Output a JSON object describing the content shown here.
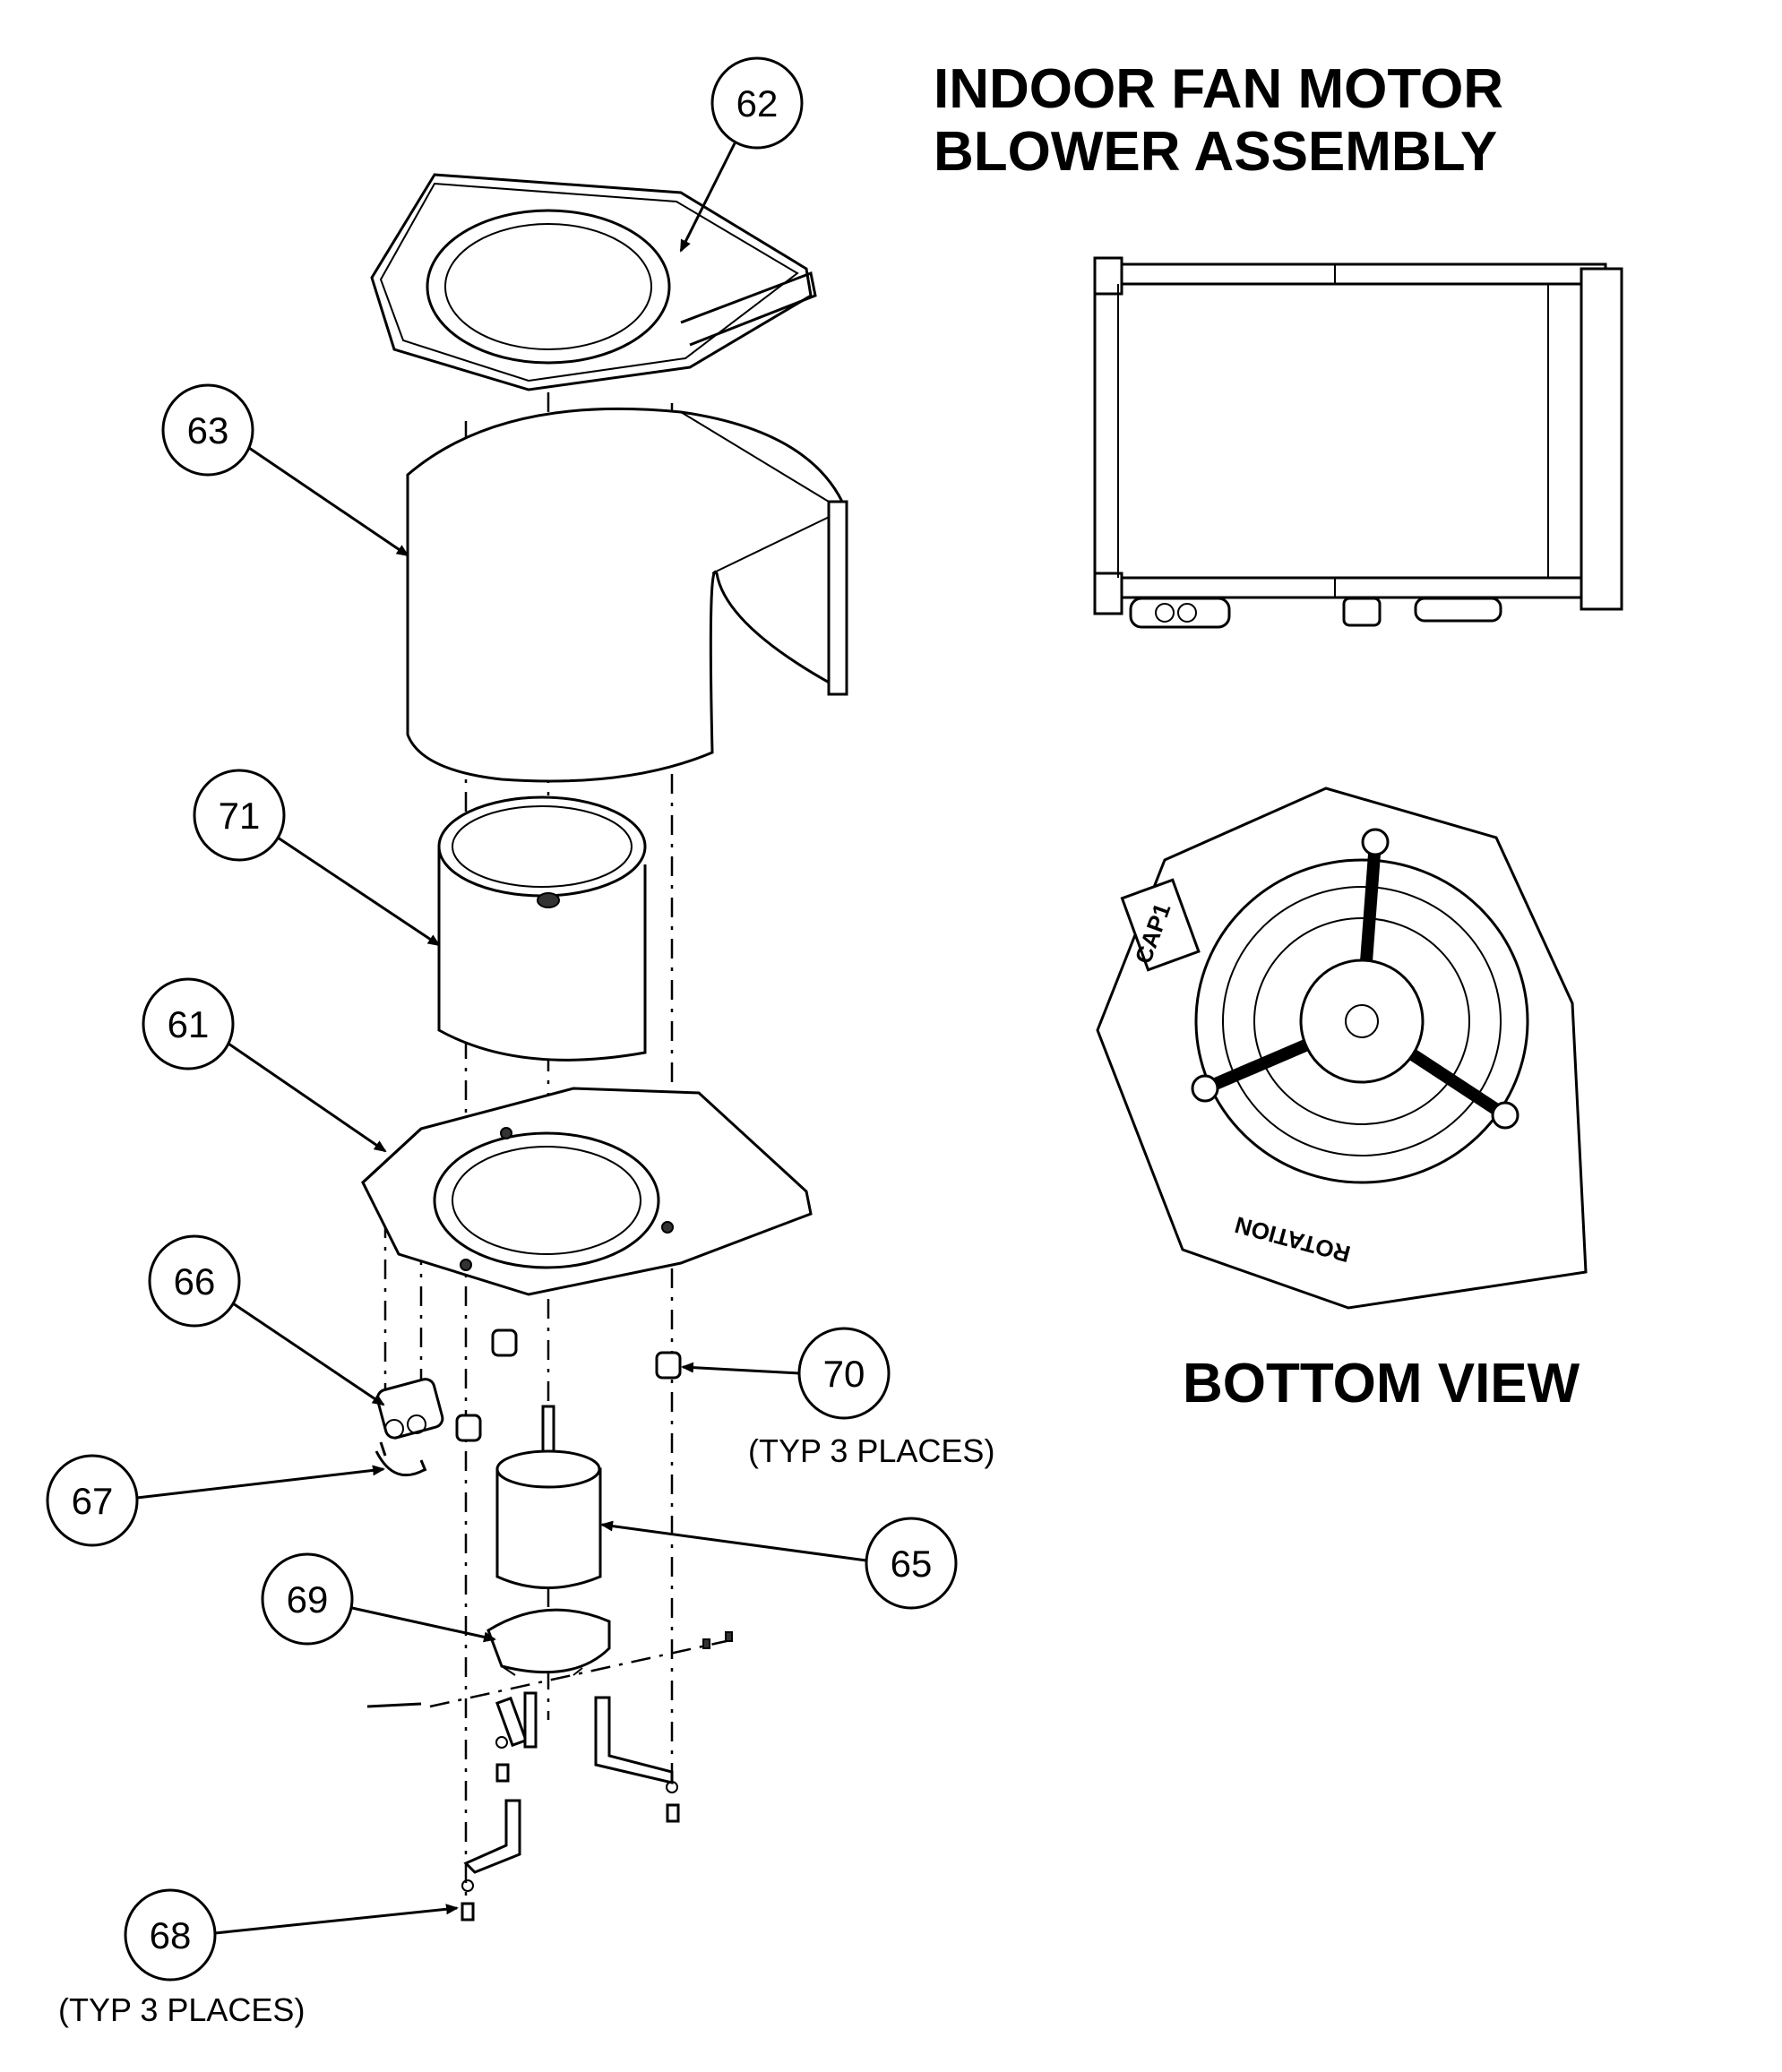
{
  "title": {
    "line1": "INDOOR FAN MOTOR",
    "line2": "BLOWER ASSEMBLY"
  },
  "bottom_view_label": "BOTTOM VIEW",
  "capacitor_label": "CAP1",
  "rotation_label": "ROTATION",
  "callouts": [
    {
      "id": "62",
      "label": "62"
    },
    {
      "id": "63",
      "label": "63"
    },
    {
      "id": "71",
      "label": "71"
    },
    {
      "id": "61",
      "label": "61"
    },
    {
      "id": "66",
      "label": "66"
    },
    {
      "id": "70",
      "label": "70"
    },
    {
      "id": "67",
      "label": "67"
    },
    {
      "id": "65",
      "label": "65"
    },
    {
      "id": "69",
      "label": "69"
    },
    {
      "id": "68",
      "label": "68"
    }
  ],
  "notes": {
    "typ_70": "(TYP 3 PLACES)",
    "typ_68": "(TYP 3 PLACES)"
  }
}
